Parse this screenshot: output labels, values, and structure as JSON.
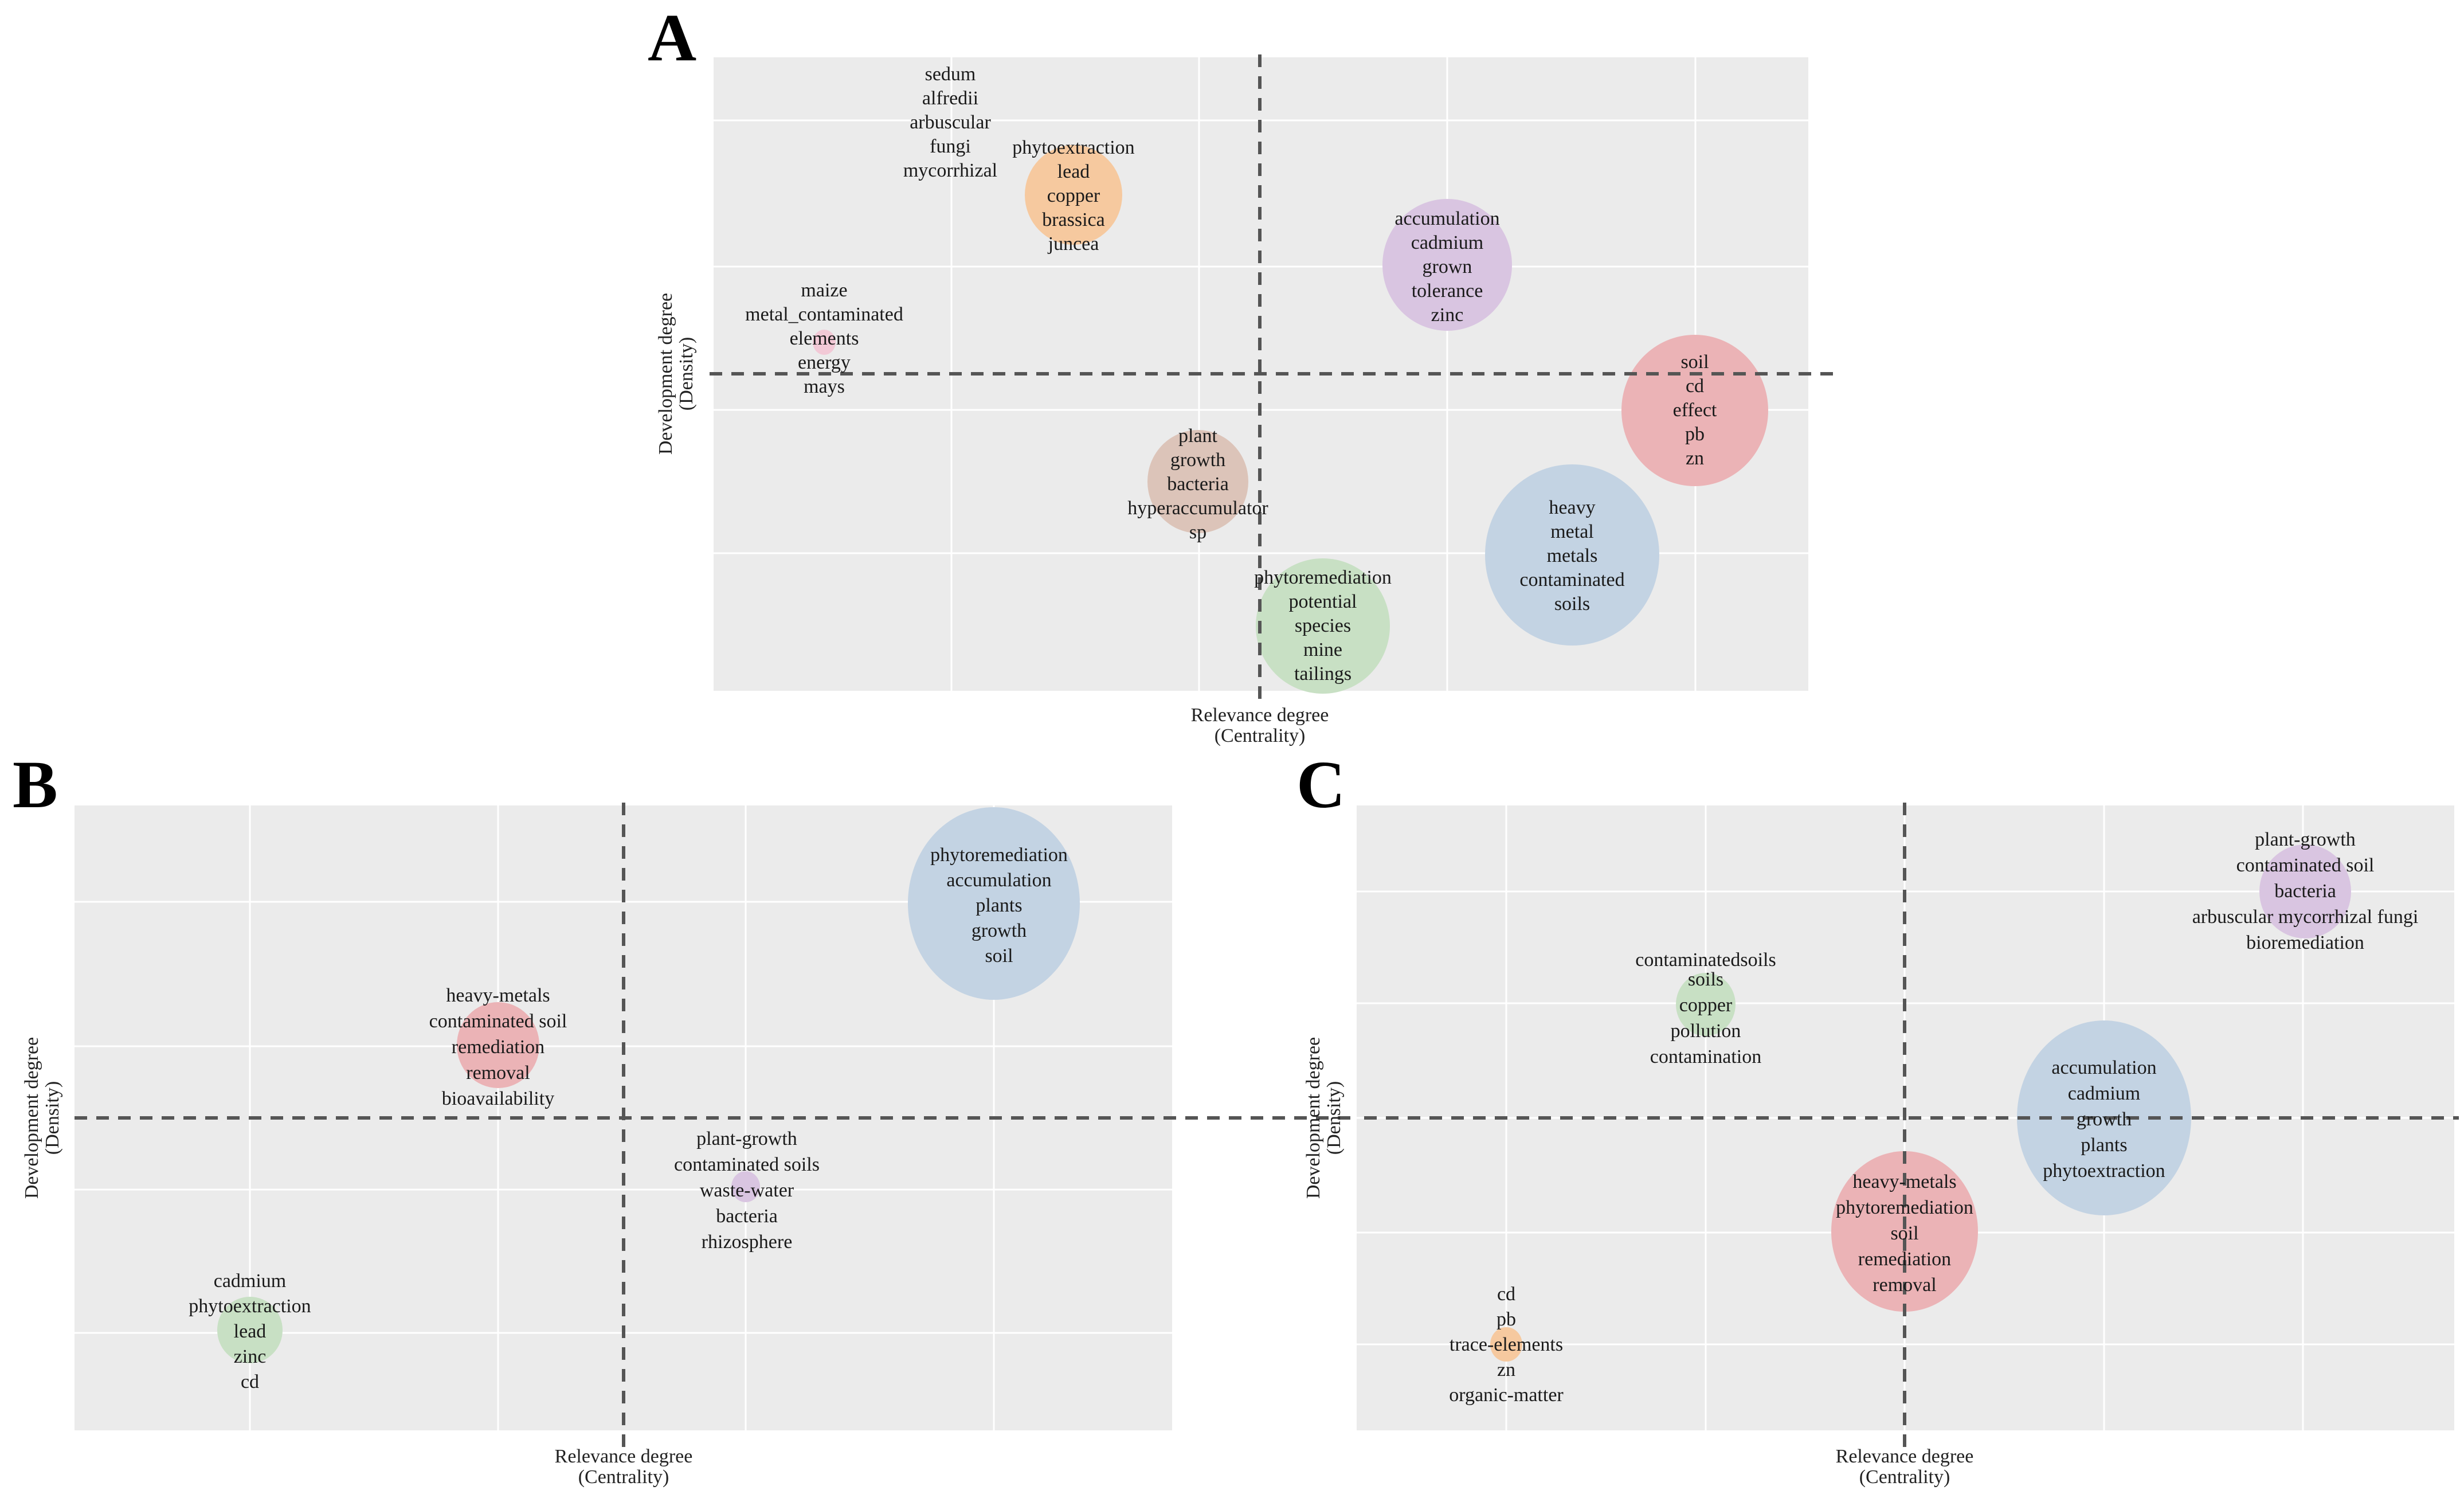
{
  "colors": {
    "orange": "#f6c99f",
    "purple": "#d9c5e1",
    "red": "#ebb3b6",
    "blue": "#c3d3e3",
    "green": "#c8e0c4",
    "brown": "#dcc4b9",
    "pink": "#f2c9d6"
  },
  "chart_data": [
    {
      "type": "scatter",
      "panel": "A",
      "xlabel": "Relevance degree\n(Centrality)",
      "ylabel": "Development degree\n(Density)",
      "grid": true,
      "clusters": [
        {
          "keywords": [
            "sedum",
            "alfredii",
            "arbuscular",
            "fungi",
            "mycorrhizal"
          ],
          "color": "pink",
          "size": 0
        },
        {
          "keywords": [
            "phytoextraction",
            "lead",
            "copper",
            "brassica",
            "juncea"
          ],
          "color": "orange",
          "size": 0.4
        },
        {
          "keywords": [
            "accumulation",
            "cadmium",
            "grown",
            "tolerance",
            "zinc"
          ],
          "color": "purple",
          "size": 0.55
        },
        {
          "keywords": [
            "maize",
            "metal_contaminated",
            "elements",
            "energy",
            "mays"
          ],
          "color": "pink",
          "size": 0.08
        },
        {
          "keywords": [
            "soil",
            "cd",
            "effect",
            "pb",
            "zn"
          ],
          "color": "red",
          "size": 0.65
        },
        {
          "keywords": [
            "plant",
            "growth",
            "bacteria",
            "hyperaccumulator",
            "sp"
          ],
          "color": "brown",
          "size": 0.42
        },
        {
          "keywords": [
            "heavy",
            "metal",
            "metals",
            "contaminated",
            "soils"
          ],
          "color": "blue",
          "size": 1.0
        },
        {
          "keywords": [
            "phytoremediation",
            "potential",
            "species",
            "mine",
            "tailings"
          ],
          "color": "green",
          "size": 0.6
        }
      ]
    },
    {
      "type": "scatter",
      "panel": "B",
      "xlabel": "Relevance degree\n(Centrality)",
      "ylabel": "Development degree\n(Density)",
      "grid": true,
      "clusters": [
        {
          "keywords": [
            "phytoremediation",
            "accumulation",
            "plants",
            "growth",
            "soil"
          ],
          "color": "blue",
          "size": 1.0
        },
        {
          "keywords": [
            "heavy-metals",
            "contaminated soil",
            "remediation",
            "removal",
            "bioavailability"
          ],
          "color": "red",
          "size": 0.38
        },
        {
          "keywords": [
            "plant-growth",
            "contaminated soils",
            "waste-water",
            "bacteria",
            "rhizosphere"
          ],
          "color": "purple",
          "size": 0.12
        },
        {
          "keywords": [
            "cadmium",
            "phytoextraction",
            "lead",
            "zinc",
            "cd"
          ],
          "color": "green",
          "size": 0.3
        }
      ]
    },
    {
      "type": "scatter",
      "panel": "C",
      "xlabel": "Relevance degree\n(Centrality)",
      "ylabel": "Development degree\n(Density)",
      "grid": true,
      "clusters": [
        {
          "keywords": [
            "plant-growth",
            "contaminated soil",
            "bacteria",
            "arbuscular mycorrhizal fungi",
            "bioremediation"
          ],
          "color": "purple",
          "size": 0.5
        },
        {
          "keywords": [
            "contaminatedsoils",
            "soils",
            "copper",
            "pollution",
            "contamination"
          ],
          "color": "green",
          "size": 0.3
        },
        {
          "keywords": [
            "accumulation",
            "cadmium",
            "growth",
            "plants",
            "phytoextraction"
          ],
          "color": "blue",
          "size": 1.0
        },
        {
          "keywords": [
            "heavy-metals",
            "phytoremediation",
            "soil",
            "remediation",
            "removal"
          ],
          "color": "red",
          "size": 0.85
        },
        {
          "keywords": [
            "cd",
            "pb",
            "trace-elements",
            "zn",
            "organic-matter"
          ],
          "color": "orange",
          "size": 0.12
        }
      ]
    }
  ]
}
